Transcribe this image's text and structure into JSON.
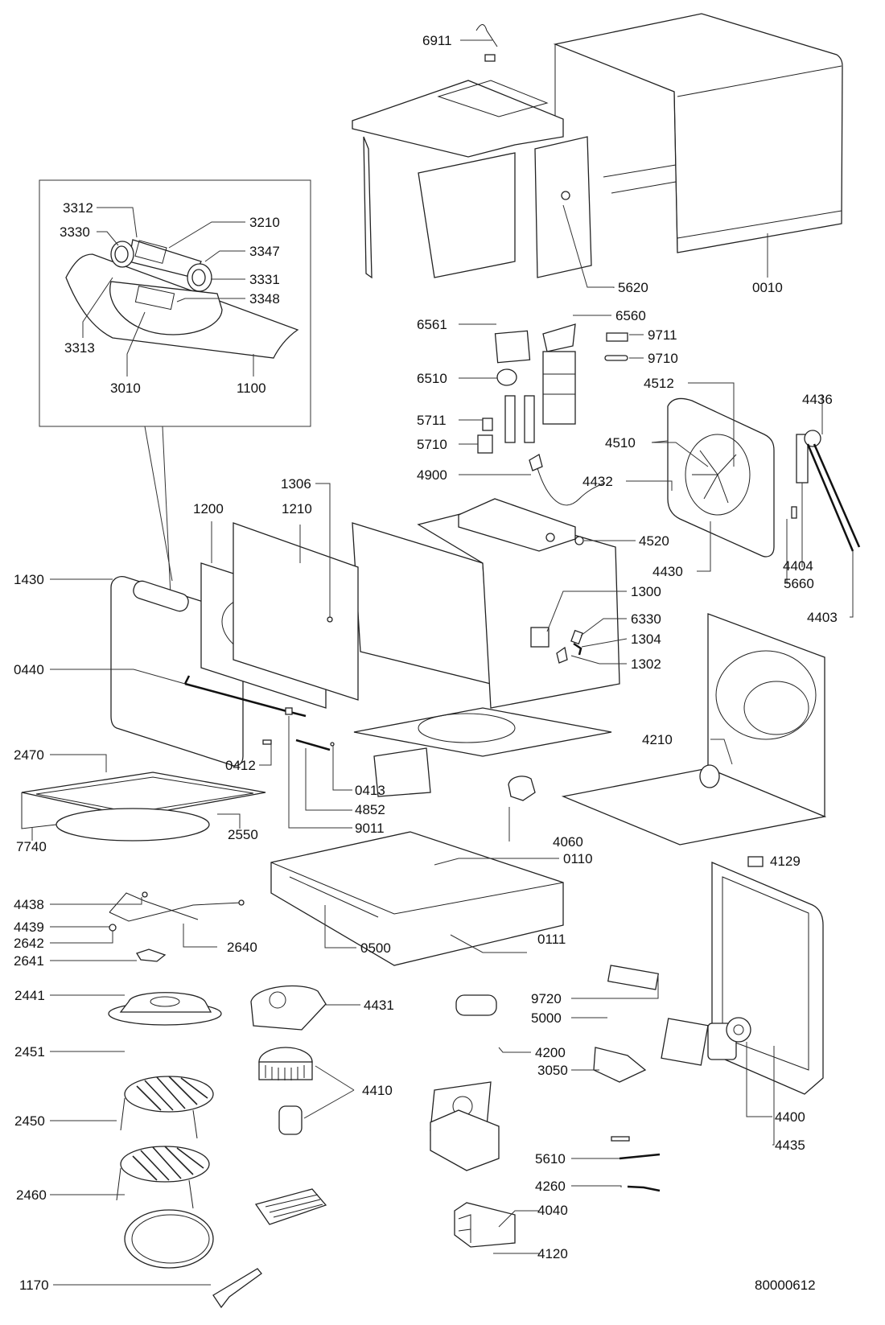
{
  "diagram": {
    "type": "exploded-parts-view",
    "subject": "microwave oven",
    "drawing_number": "80000612",
    "inset": {
      "labels": [
        "3312",
        "3330",
        "3210",
        "3347",
        "3331",
        "3348",
        "3313",
        "3010",
        "1100"
      ]
    },
    "labels": {
      "p6911": "6911",
      "p5620": "5620",
      "p0010": "0010",
      "p6561": "6561",
      "p6560": "6560",
      "p9711": "9711",
      "p9710": "9710",
      "p6510": "6510",
      "p5711": "5711",
      "p5710": "5710",
      "p4900": "4900",
      "p4512": "4512",
      "p4510": "4510",
      "p4436": "4436",
      "p4432": "4432",
      "p4520": "4520",
      "p4430": "4430",
      "p4404": "4404",
      "p5660": "5660",
      "p4403": "4403",
      "p1306": "1306",
      "p1200": "1200",
      "p1210": "1210",
      "p1430": "1430",
      "p0440": "0440",
      "p1300": "1300",
      "p6330": "6330",
      "p1304": "1304",
      "p1302": "1302",
      "p2470": "2470",
      "p0412": "0412",
      "p0413": "0413",
      "p4852": "4852",
      "p9011": "9011",
      "p7740": "7740",
      "p2550": "2550",
      "p4210": "4210",
      "p4060": "4060",
      "p4129": "4129",
      "p4438": "4438",
      "p4439": "4439",
      "p2642": "2642",
      "p2641": "2641",
      "p2640": "2640",
      "p0110": "0110",
      "p0111": "0111",
      "p0500": "0500",
      "p9720": "9720",
      "p5000": "5000",
      "p4200": "4200",
      "p3050": "3050",
      "p2441": "2441",
      "p4431": "4431",
      "p2451": "2451",
      "p4410": "4410",
      "p2450": "2450",
      "p5610": "5610",
      "p4260": "4260",
      "p4040": "4040",
      "p4435": "4435",
      "p4400": "4400",
      "p2460": "2460",
      "p4120": "4120",
      "p1170": "1170"
    }
  }
}
